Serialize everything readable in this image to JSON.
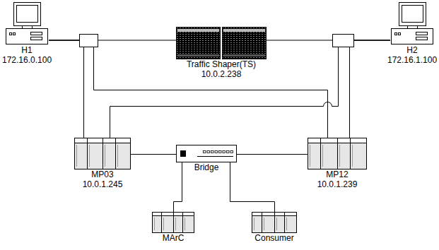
{
  "diagram": {
    "nodes": [
      {
        "text": [
          "H1",
          "172.16.0.100"
        ]
      },
      {
        "text": [
          "Traffic Shaper(TS)",
          "10.0.2.238"
        ]
      },
      {
        "text": [
          "H2",
          "172.16.1.100"
        ]
      },
      {
        "text": [
          "MP03",
          "10.0.1.245"
        ]
      },
      {
        "text": [
          "Bridge"
        ]
      },
      {
        "text": [
          "MP12",
          "10.0.1.239"
        ]
      },
      {
        "text": [
          "MArC"
        ]
      },
      {
        "text": [
          "Consumer"
        ]
      }
    ],
    "edges": [
      {
        "from": 0,
        "to": 1,
        "arrow": "none"
      },
      {
        "from": 1,
        "to": 2,
        "arrow": "none"
      },
      {
        "from": 0,
        "to": 3,
        "arrow": "none"
      },
      {
        "from": 0,
        "to": 5,
        "arrow": "none"
      },
      {
        "from": 2,
        "to": 3,
        "arrow": "none"
      },
      {
        "from": 2,
        "to": 5,
        "arrow": "none"
      },
      {
        "from": 3,
        "to": 4,
        "arrow": "none"
      },
      {
        "from": 4,
        "to": 5,
        "arrow": "none"
      },
      {
        "from": 4,
        "to": 6,
        "arrow": "none"
      },
      {
        "from": 4,
        "to": 7,
        "arrow": "none"
      }
    ]
  }
}
